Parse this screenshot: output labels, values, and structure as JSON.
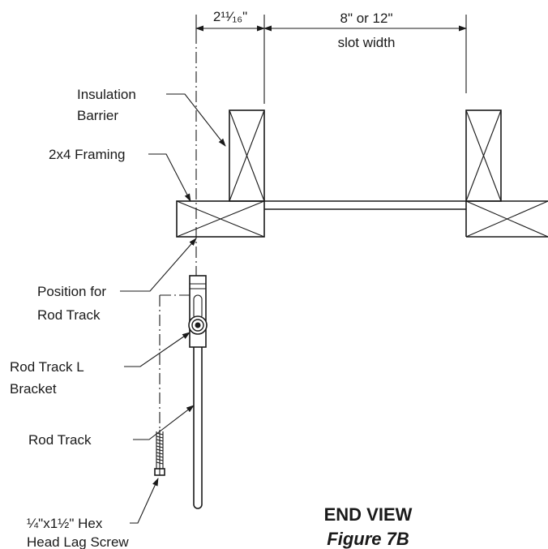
{
  "dimensions": {
    "left_width": "2¹¹⁄₁₆\"",
    "slot_width_line1": "8\" or 12\"",
    "slot_width_line2": "slot width"
  },
  "labels": {
    "insulation_barrier_1": "Insulation",
    "insulation_barrier_2": "Barrier",
    "framing": "2x4 Framing",
    "position_1": "Position for",
    "position_2": "Rod Track",
    "bracket_1": "Rod Track L",
    "bracket_2": "Bracket",
    "rod_track": "Rod Track",
    "screw_1": "¼\"x1½\" Hex",
    "screw_2": "Head Lag Screw"
  },
  "title": {
    "view": "END VIEW",
    "figure": "Figure 7B"
  }
}
